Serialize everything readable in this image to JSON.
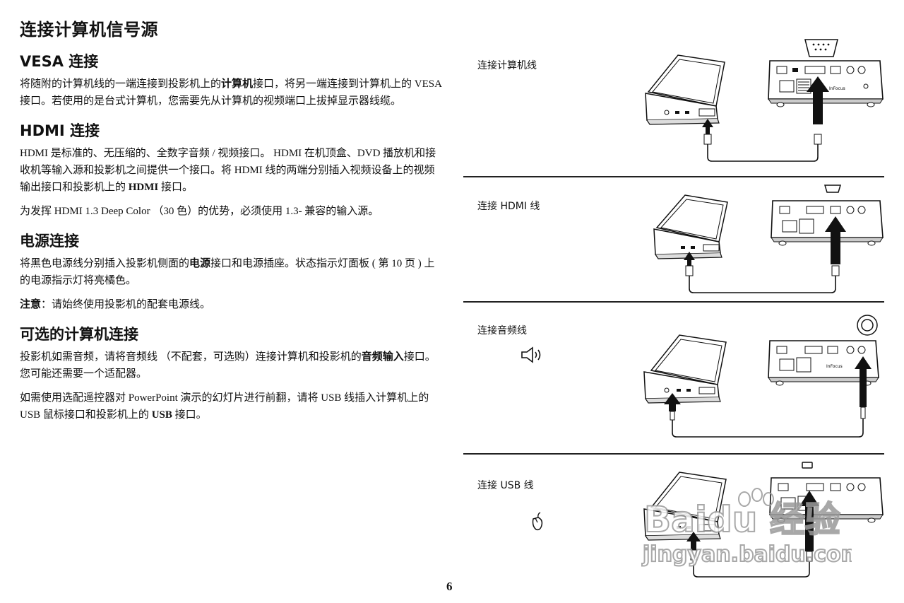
{
  "page_title": "连接计算机信号源",
  "vesa": {
    "heading": "VESA 连接",
    "p1_a": "将随附的计算机线的一端连接到投影机上的",
    "p1_b": "计算机",
    "p1_c": "接口，将另一端连接到计算机上的 VESA 接口。若使用的是台式计算机，您需要先从计算机的视频端口上拔掉显示器线缆。"
  },
  "hdmi": {
    "heading": "HDMI 连接",
    "p1_a": "HDMI 是标准的、无压缩的、全数字音频 / 视频接口。 HDMI 在机顶盒、DVD 播放机和接收机等输入源和投影机之间提供一个接口。将 HDMI 线的两端分别插入视频设备上的视频输出接口和投影机上的 ",
    "p1_b": "HDMI",
    "p1_c": " 接口。",
    "p2": "为发挥 HDMI 1.3 Deep Color （30 色）的优势，必须使用 1.3- 兼容的输入源。"
  },
  "power": {
    "heading": "电源连接",
    "p1_a": "将黑色电源线分别插入投影机侧面的",
    "p1_b": "电源",
    "p1_c": "接口和电源插座。状态指示灯面板 ( 第  10 页 ) 上的电源指示灯将亮橘色。",
    "note_label": "注意",
    "note_text": "：请始终使用投影机的配套电源线。"
  },
  "optional": {
    "heading": "可选的计算机连接",
    "p1_a": "投影机如需音频，请将音频线 （不配套，可选购）连接计算机和投影机的",
    "p1_b": "音频输入",
    "p1_c": "接口。您可能还需要一个适配器。",
    "p2_a": "如需使用选配遥控器对 PowerPoint 演示的幻灯片进行前翻，请将 USB 线插入计算机上的 USB 鼠标接口和投影机上的 ",
    "p2_b": "USB",
    "p2_c": " 接口。"
  },
  "panels": [
    {
      "label": "连接计算机线"
    },
    {
      "label": "连接 HDMI 线"
    },
    {
      "label": "连接音频线"
    },
    {
      "label": "连接 USB 线"
    }
  ],
  "projector_brand": "InFocus",
  "page_number": "6",
  "watermark": {
    "line1": "Baidu 经验",
    "line2": "jingyan.baidu.com"
  }
}
